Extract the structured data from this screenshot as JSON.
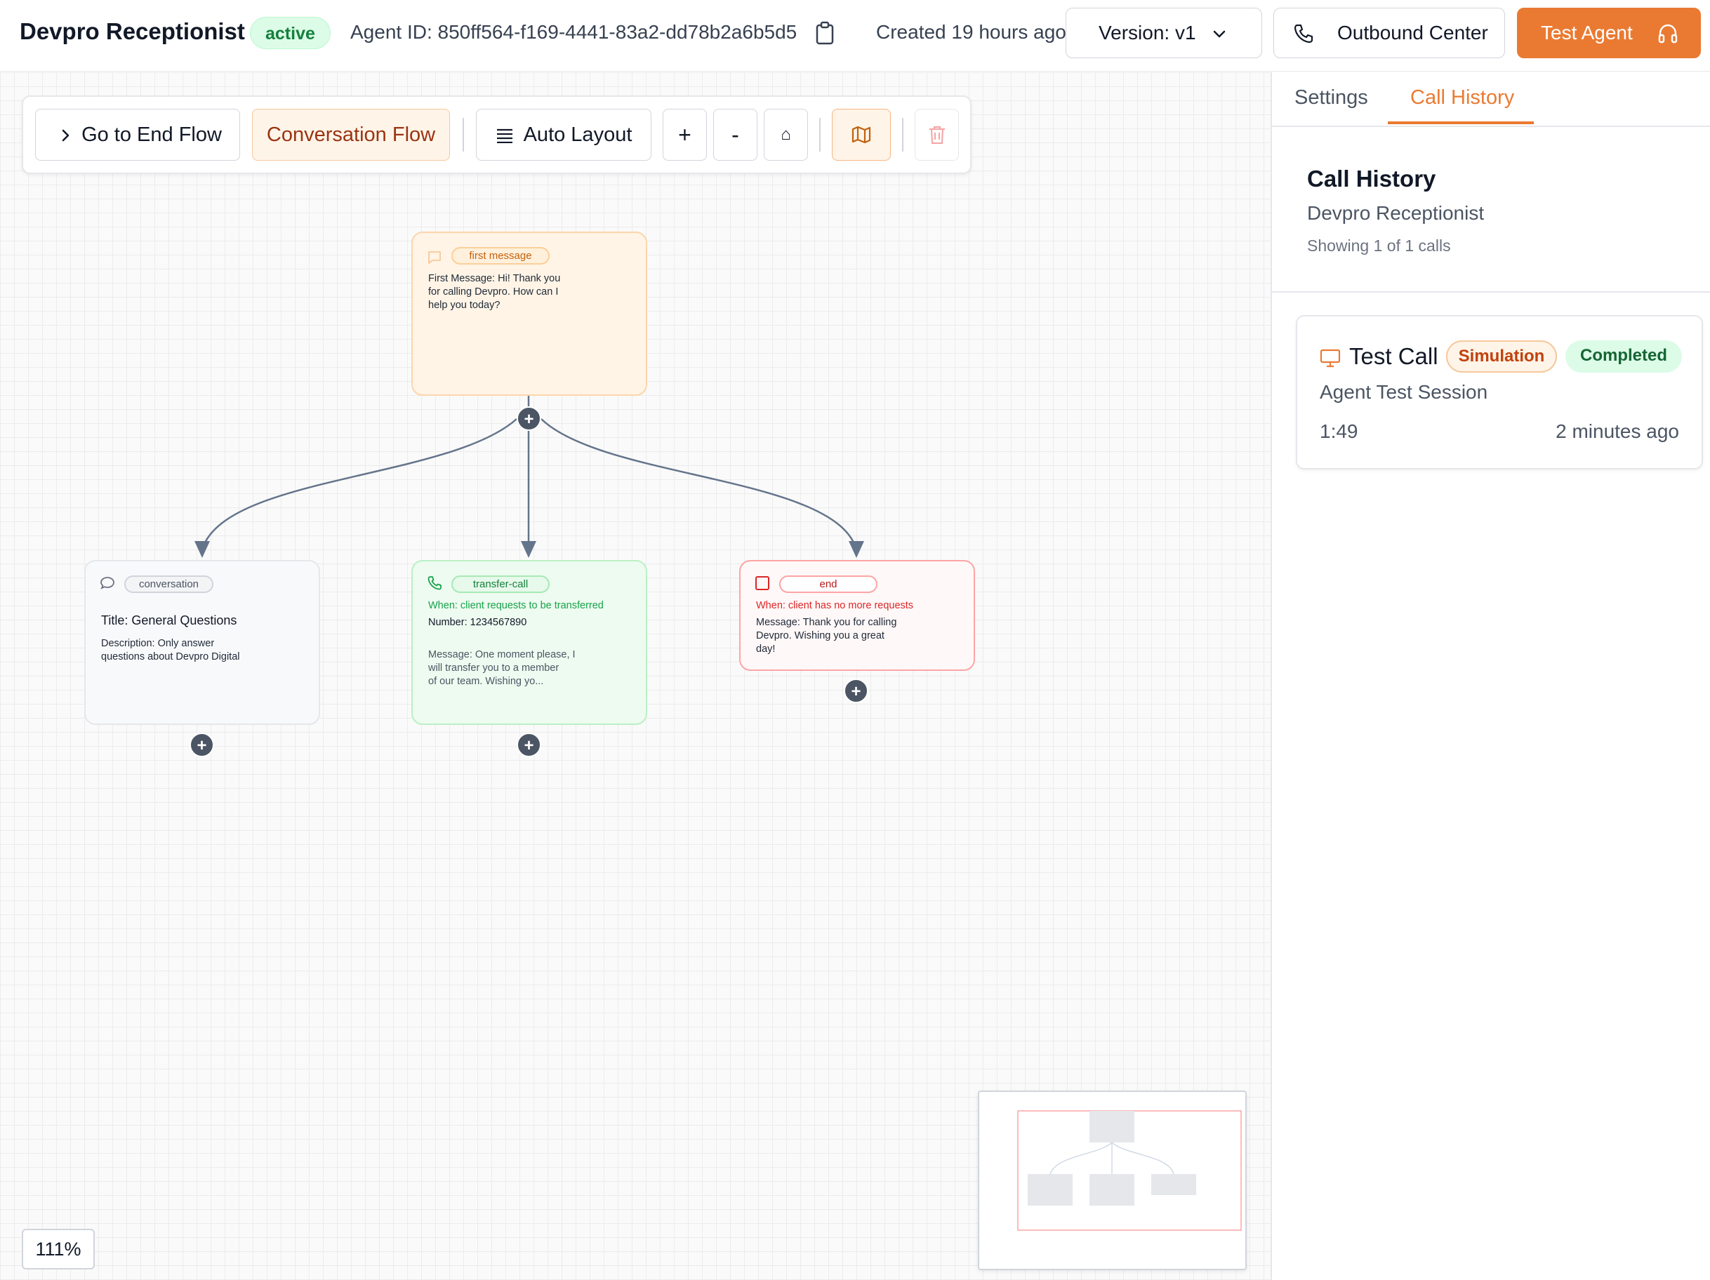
{
  "header": {
    "app_title": "Devpro Receptionist",
    "status": "active",
    "agent_id": "Agent ID: 850ff564-f169-4441-83a2-dd78b2a6b5d5",
    "created": "Created 19 hours ago",
    "version_label": "Version: v1",
    "outbound_label": "Outbound Center",
    "test_agent_label": "Test Agent"
  },
  "toolbar": {
    "end_flow_label": "Go to End Flow",
    "conversation_flow_label": "Conversation Flow",
    "auto_layout_label": "Auto Layout",
    "zoom_in": "+",
    "zoom_out": "-",
    "home": "⌂"
  },
  "nodes": {
    "first": {
      "chip": "first message",
      "text": "First Message: Hi! Thank you\nfor calling Devpro. How can I\nhelp you today?"
    },
    "conversation": {
      "chip": "conversation",
      "title": "Title: General Questions",
      "description": "Description: Only answer\nquestions about Devpro Digital"
    },
    "transfer": {
      "chip": "transfer-call",
      "condition": "When: client requests to be transferred",
      "number": "Number: 1234567890",
      "message": "Message: One moment please, I\nwill transfer you to a member\nof our team. Wishing yo..."
    },
    "end": {
      "chip": "end",
      "condition": "When: client has no more requests",
      "message": "Message: Thank you for calling\nDevpro. Wishing you a great\nday!"
    }
  },
  "zoom_level": "111%",
  "panel": {
    "tabs": [
      {
        "label": "Settings",
        "active": false
      },
      {
        "label": "Call History",
        "active": true
      }
    ],
    "title": "Call History",
    "subtitle": "Devpro Receptionist",
    "count": "Showing 1 of 1 calls",
    "calls": [
      {
        "title": "Test Call",
        "type_badge": "Simulation",
        "status_badge": "Completed",
        "session": "Agent Test Session",
        "duration": "1:49",
        "time_ago": "2 minutes ago"
      }
    ]
  },
  "colors": {
    "accent": "#ea7a32",
    "active_green": "#15803d",
    "end_red": "#b91c1c",
    "edge": "#64748b"
  },
  "icons": [
    "copy-icon",
    "chevron-down-icon",
    "phone-icon",
    "headphones-icon",
    "chevron-right-icon",
    "list-icon",
    "map-icon",
    "trash-icon",
    "chat-bubble-icon",
    "monitor-icon",
    "stop-square-icon",
    "plus-icon"
  ]
}
